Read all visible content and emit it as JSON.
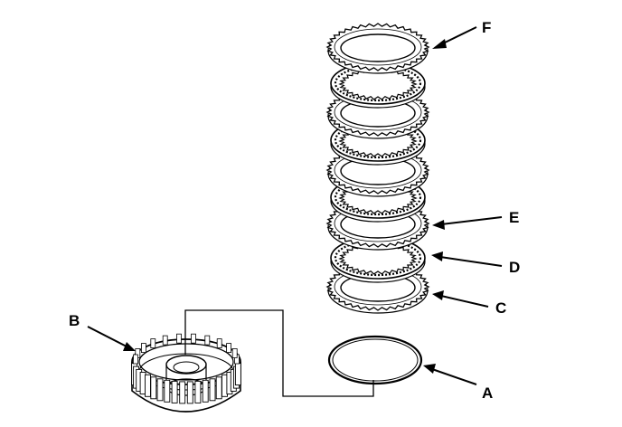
{
  "callouts": {
    "a": "A",
    "b": "B",
    "c": "C",
    "d": "D",
    "e": "E",
    "f": "F"
  },
  "colors": {
    "ink": "#000000",
    "paper": "#ffffff"
  }
}
